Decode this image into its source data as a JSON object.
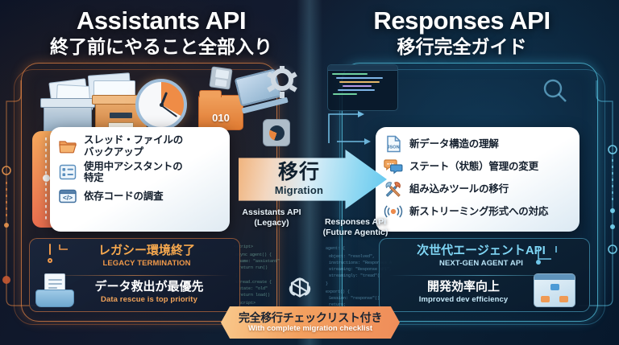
{
  "left": {
    "title_en": "Assistants API",
    "title_jp": "終了前にやること全部入り",
    "card_items": [
      {
        "icon": "folder-icon",
        "label": "スレッド・ファイルの\nバックアップ"
      },
      {
        "icon": "checklist-icon",
        "label": "使用中アシスタントの\n特定"
      },
      {
        "icon": "code-window-icon",
        "label": "依存コードの調査"
      }
    ],
    "bottom": {
      "row1_jp": "レガシー環境終了",
      "row1_en": "LEGACY TERMINATION",
      "row2_jp": "データ救出が最優先",
      "row2_en": "Data rescue is top priority"
    },
    "folder_badge": "010",
    "accent_color": "#f0853c"
  },
  "right": {
    "title_en": "Responses API",
    "title_jp": "移行完全ガイド",
    "card_items": [
      {
        "icon": "json-file-icon",
        "label": "新データ構造の理解"
      },
      {
        "icon": "chat-bubble-icon",
        "label": "ステート（状態）管理の変更"
      },
      {
        "icon": "tools-icon",
        "label": "組み込みツールの移行"
      },
      {
        "icon": "streaming-icon",
        "label": "新ストリーミング形式への対応"
      }
    ],
    "bottom": {
      "row1_jp": "次世代エージェントAPI",
      "row1_en": "NEXT-GEN AGENT API",
      "row2_jp": "開発効率向上",
      "row2_en": "Improved dev efficiency"
    },
    "accent_color": "#5ec8ef"
  },
  "center": {
    "arrow_jp": "移行",
    "arrow_en": "Migration",
    "label_from": "Assistants API\n(Legacy)",
    "label_to": "Responses API\n(Future Agentic)",
    "logo": "openai-logo"
  },
  "badge": {
    "jp": "完全移行チェックリスト付き",
    "en": "With complete migration checklist"
  }
}
